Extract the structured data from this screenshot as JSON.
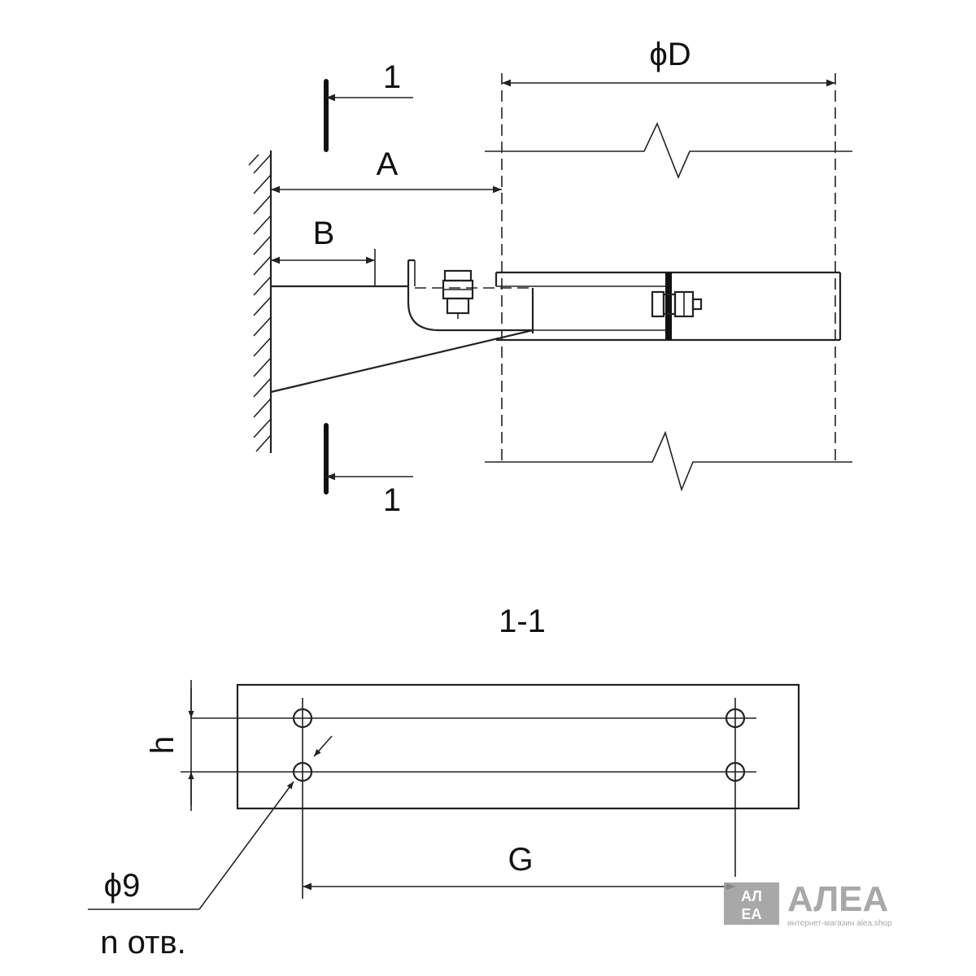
{
  "labels": {
    "dim_diameter": "ϕD",
    "dim_a": "A",
    "dim_b": "B",
    "section_mark_top": "1",
    "section_mark_bottom": "1",
    "section_title": "1-1",
    "dim_h": "h",
    "dim_g": "G",
    "hole_diameter": "ϕ9",
    "hole_count": "n отв."
  },
  "watermark": {
    "logo_letters": [
      "АЛ",
      "ЕА"
    ],
    "brand": "АЛЕА",
    "tagline": "интернет-магазин alea.shop",
    "color": "#9a9a9a"
  }
}
